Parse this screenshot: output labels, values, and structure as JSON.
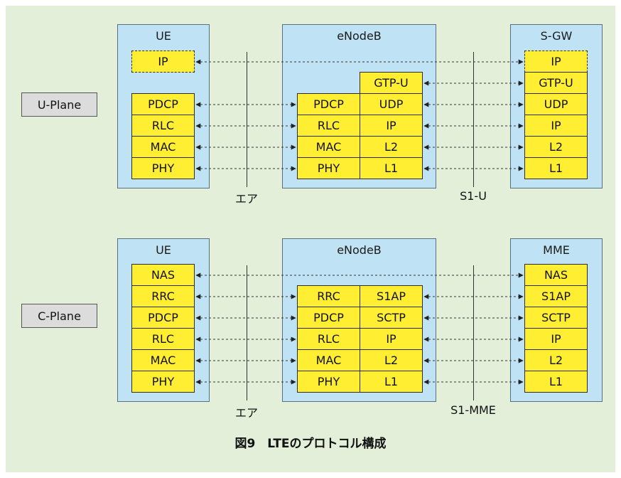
{
  "planes": [
    {
      "label": "U-Plane",
      "ue": {
        "title": "UE",
        "top_layer": "IP",
        "layers": [
          "PDCP",
          "RLC",
          "MAC",
          "PHY"
        ]
      },
      "enb": {
        "title": "eNodeB",
        "left_layers": [
          "PDCP",
          "RLC",
          "MAC",
          "PHY"
        ],
        "right_layers": [
          "GTP-U",
          "UDP",
          "IP",
          "L2",
          "L1"
        ]
      },
      "core": {
        "title": "S-GW",
        "layers": [
          "IP",
          "GTP-U",
          "UDP",
          "IP",
          "L2",
          "L1"
        ]
      },
      "air_label": "エア",
      "s1_label": "S1-U"
    },
    {
      "label": "C-Plane",
      "ue": {
        "title": "UE",
        "layers": [
          "NAS",
          "RRC",
          "PDCP",
          "RLC",
          "MAC",
          "PHY"
        ]
      },
      "enb": {
        "title": "eNodeB",
        "left_layers": [
          "RRC",
          "PDCP",
          "RLC",
          "MAC",
          "PHY"
        ],
        "right_layers": [
          "S1AP",
          "SCTP",
          "IP",
          "L2",
          "L1"
        ]
      },
      "core": {
        "title": "MME",
        "layers": [
          "NAS",
          "S1AP",
          "SCTP",
          "IP",
          "L2",
          "L1"
        ]
      },
      "air_label": "エア",
      "s1_label": "S1-MME"
    }
  ],
  "caption": "図9　LTEのプロトコル構成",
  "colors": {
    "background": "#e3efd9",
    "node": "#bfe3f4",
    "layer": "#ffee32",
    "plane_label": "#dcdcdc"
  }
}
